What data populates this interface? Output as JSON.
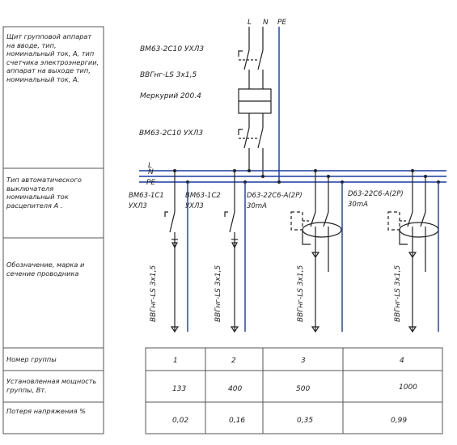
{
  "left_labels": [
    "Щит групповой аппарат на вводе, тип, номинальный ток, А, тип счетчика электроэнергии, аппарат на выходе тип, номинальный ток, А.",
    "Тип автоматического выключателя номинальный ток расцепителя А .",
    "Обозначение, марка и сечение проводника",
    "Номер группы",
    "Установленная мощность группы, Вт.",
    "Потеря напряжения %"
  ],
  "supply": {
    "conductors": [
      "L",
      "N",
      "PE"
    ],
    "input_breaker": "ВМ63-2С10 УХЛ3",
    "input_cable": "ВВГнг-LS 3х1,5",
    "meter": "Меркурий 200.4",
    "output_breaker": "ВМ63-2С10 УХЛ3"
  },
  "bus_labels": [
    "L",
    "N",
    "PE"
  ],
  "groups": [
    {
      "breaker_line1": "ВМ63-1С1",
      "breaker_line2": "УХЛ3",
      "cable": "ВВГнг-LS 3х1,5",
      "number": "1",
      "power": "133",
      "voltage_loss": "0,02"
    },
    {
      "breaker_line1": "ВМ63-1С2",
      "breaker_line2": "УХЛ3",
      "cable": "ВВГнг-LS 3х1,5",
      "number": "2",
      "power": "400",
      "voltage_loss": "0,16"
    },
    {
      "breaker_line1": "D63-22C6-A(2P)",
      "breaker_line2": "30mA",
      "cable": "ВВГнг-LS 3х1,5",
      "number": "3",
      "power": "500",
      "voltage_loss": "0,35"
    },
    {
      "breaker_line1": "D63-22C6-A(2P)",
      "breaker_line2": "30mA",
      "cable": "ВВГнг-LS 3х1,5",
      "number": "4",
      "power": "1000",
      "voltage_loss": "0,99"
    }
  ],
  "colors": {
    "line": "#222222",
    "conductor_blue": "#1a3aa0",
    "frame": "#555555"
  }
}
